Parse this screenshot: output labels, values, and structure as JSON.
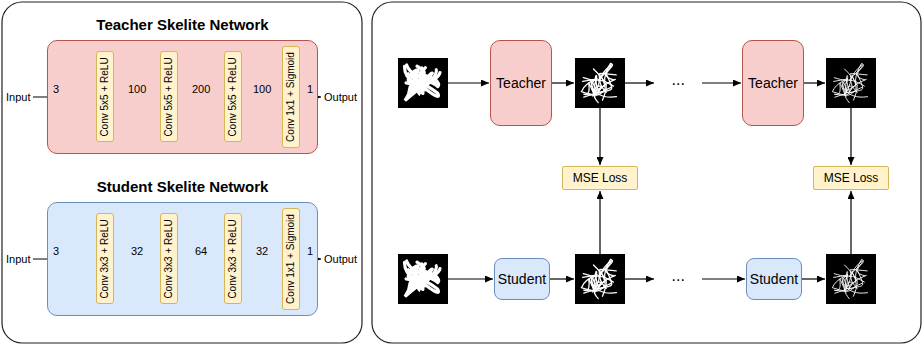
{
  "diagram": {
    "nodes": [
      {
        "text": [
          "Teacher Skelite Network"
        ]
      },
      {
        "text": [
          "Conv 5x5 + ReLU"
        ],
        "in": 0
      },
      {
        "text": [
          "Conv 5x5 + ReLU"
        ],
        "in": 0
      },
      {
        "text": [
          "Conv 5x5 + ReLU"
        ],
        "in": 0
      },
      {
        "text": [
          "Conv 1x1 + Sigmoid"
        ],
        "in": 0
      },
      {
        "text": [
          "Student Skelite Network"
        ]
      },
      {
        "text": [
          "Conv 3x3 + ReLU"
        ],
        "in": 5
      },
      {
        "text": [
          "Conv 3x3 + ReLU"
        ],
        "in": 5
      },
      {
        "text": [
          "Conv 3x3 + ReLU"
        ],
        "in": 5
      },
      {
        "text": [
          "Conv 1x1 + Sigmoid"
        ],
        "in": 5
      },
      {
        "text": [
          "Teacher"
        ]
      },
      {
        "text": [
          "Teacher"
        ]
      },
      {
        "text": [
          "MSE Loss"
        ]
      },
      {
        "text": [
          "MSE Loss"
        ]
      },
      {
        "text": [
          "Student"
        ]
      },
      {
        "text": [
          "Student"
        ]
      }
    ],
    "edges": [
      {
        "from": 1,
        "to": 2,
        "label": "100",
        "arrow": "to"
      },
      {
        "from": 2,
        "to": 3,
        "label": "200",
        "arrow": "to"
      },
      {
        "from": 3,
        "to": 4,
        "label": "100",
        "arrow": "to"
      },
      {
        "from": 6,
        "to": 7,
        "label": "32",
        "arrow": "to"
      },
      {
        "from": 7,
        "to": 8,
        "label": "64",
        "arrow": "to"
      },
      {
        "from": 8,
        "to": 9,
        "label": "32",
        "arrow": "to"
      }
    ],
    "labels": [
      "Input",
      "3",
      "Output",
      "1",
      "Input",
      "3",
      "Output",
      "1",
      "...",
      "..."
    ]
  }
}
